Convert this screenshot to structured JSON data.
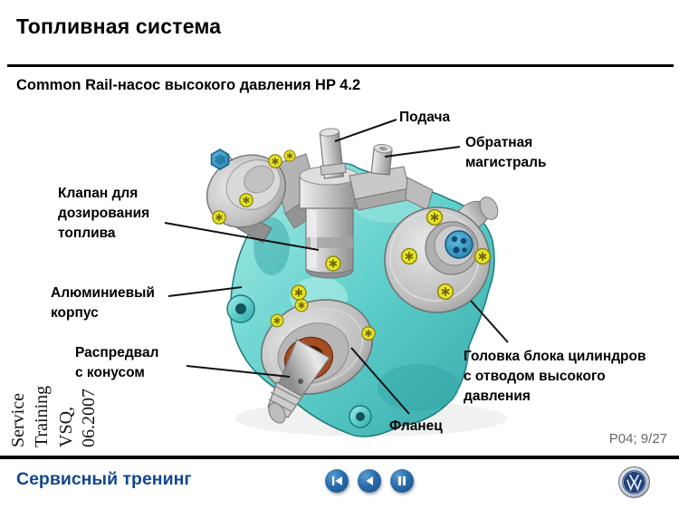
{
  "header": {
    "title": "Топливная система",
    "subtitle": "Common Rail-насос высокого давления HP 4.2"
  },
  "annotations": {
    "supply": "Подача",
    "return_line": "Обратная\nмагистраль",
    "metering_valve": "Клапан для\nдозирования\nтоплива",
    "housing": "Алюминиевый\nкорпус",
    "camshaft": "Распредвал\nс конусом",
    "flange": "Фланец",
    "cylinder_head": "Головка блока цилиндров\nс отводом высокого\nдавления"
  },
  "sidebar": {
    "lines": [
      "Service",
      "Training",
      "VSQ,",
      "06.2007"
    ]
  },
  "footer": {
    "brand": "Сервисный тренинг",
    "page": "P04; 9/27",
    "nav": [
      {
        "name": "skip-back"
      },
      {
        "name": "step-back"
      },
      {
        "name": "pause"
      }
    ],
    "logo": "VW"
  },
  "colors": {
    "housing_teal": "#5ecfcb",
    "bolt_yellow": "#e8e428",
    "valve_blue": "#2f8fc0",
    "seal_brown": "#a54d23",
    "footer_blue": "#15478f",
    "page_gray": "#686868"
  }
}
